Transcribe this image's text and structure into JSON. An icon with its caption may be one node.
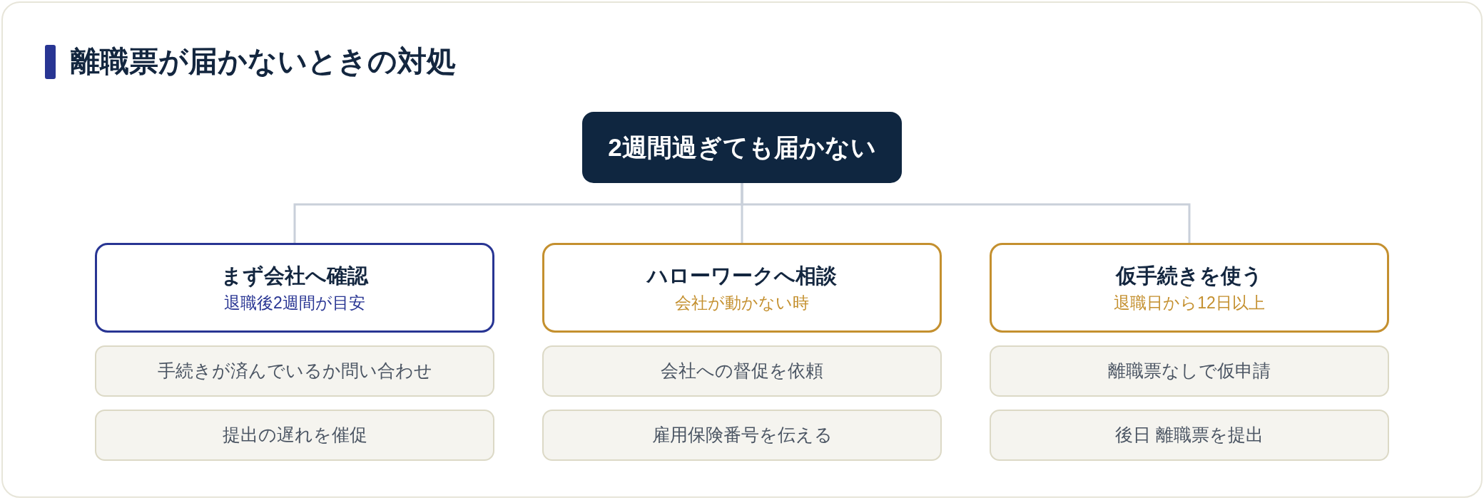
{
  "diagram": {
    "title": "離職票が届かないときの対処",
    "nodes": [
      {
        "text": [
          "2週間過ぎても届かない"
        ]
      },
      {
        "text": [
          "まず会社へ確認",
          "退職後2週間が目安"
        ]
      },
      {
        "text": [
          "手続きが済んでいるか問い合わせ"
        ]
      },
      {
        "text": [
          "提出の遅れを催促"
        ]
      },
      {
        "text": [
          "ハローワークへ相談",
          "会社が動かない時"
        ]
      },
      {
        "text": [
          "会社への督促を依頼"
        ]
      },
      {
        "text": [
          "雇用保険番号を伝える"
        ]
      },
      {
        "text": [
          "仮手続きを使う",
          "退職日から12日以上"
        ]
      },
      {
        "text": [
          "離職票なしで仮申請"
        ]
      },
      {
        "text": [
          "後日 離職票を提出"
        ]
      }
    ],
    "edges": [
      {
        "from": 0,
        "to": 1,
        "arrow": "none"
      },
      {
        "from": 0,
        "to": 4,
        "arrow": "none"
      },
      {
        "from": 0,
        "to": 7,
        "arrow": "none"
      }
    ]
  }
}
